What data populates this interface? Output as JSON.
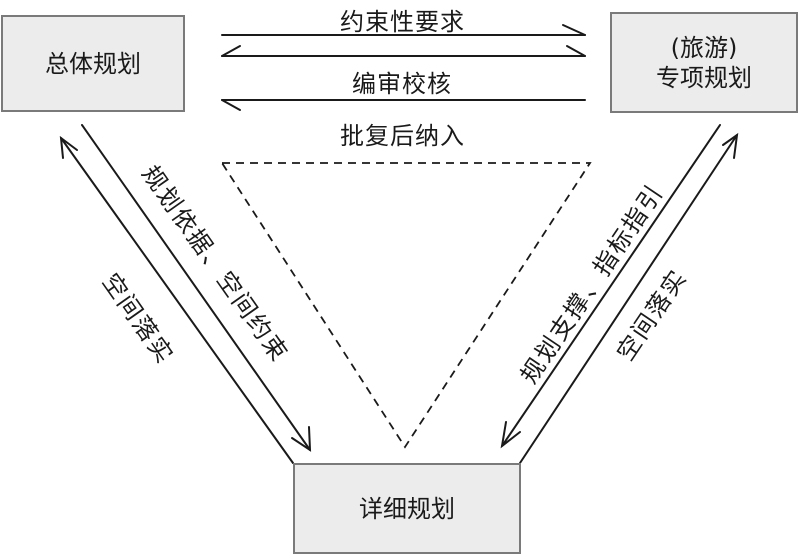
{
  "nodes": {
    "overall": {
      "label": "总体规划"
    },
    "special": {
      "line1": "(旅游)",
      "line2": "专项规划"
    },
    "detail": {
      "label": "详细规划"
    }
  },
  "edges": {
    "overall_to_special_top": {
      "label": "约束性要求",
      "direction": "overall→special"
    },
    "bidirectional_middle": {
      "label": "编审校核",
      "direction": "both"
    },
    "special_to_overall_bottom": {
      "label": "批复后纳入",
      "direction": "special→overall"
    },
    "overall_to_detail": {
      "label": "规划依据、空间约束",
      "direction": "overall→detail"
    },
    "detail_to_overall": {
      "label": "空间落实",
      "direction": "detail→overall"
    },
    "special_to_detail": {
      "label": "规划支撑、指标指引",
      "direction": "special→detail"
    },
    "detail_to_special": {
      "label": "空间落实",
      "direction": "detail→special"
    }
  },
  "colors": {
    "box_fill": "#ececec",
    "box_border": "#7a7a7a",
    "line": "#1a1a1a"
  }
}
